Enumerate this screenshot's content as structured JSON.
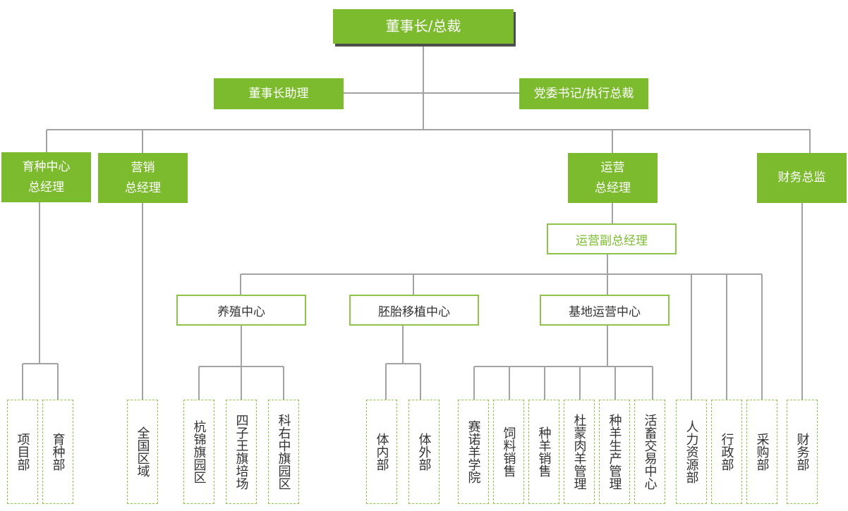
{
  "top": "董事长/总裁",
  "assistant": "董事长助理",
  "secretary": "党委书记/执行总裁",
  "breeding_head": "育种中心\n总经理",
  "marketing_head": "营销\n总经理",
  "operations_head": "运营\n总经理",
  "finance_director": "财务总监",
  "ops_deputy": "运营副总经理",
  "centers": {
    "farming": "养殖中心",
    "embryo": "胚胎移植中心",
    "base": "基地运营中心"
  },
  "departments": {
    "project": "项目部",
    "breeding": "育种部",
    "national": "全国区域",
    "hangjin": "杭锦旗园区",
    "siziwang": "四子王旗培场",
    "keyouzhong": "科右中旗园区",
    "invivo": "体内部",
    "invitro": "体外部",
    "academy": "赛诺羊学院",
    "feed": "饲料销售",
    "breed_sales": "种羊销售",
    "dumeng": "杜蒙肉羊管理",
    "production": "种羊生产管理",
    "trading": "活畜交易中心",
    "hr": "人力资源部",
    "admin": "行政部",
    "purchasing": "采购部",
    "finance": "财务部"
  }
}
